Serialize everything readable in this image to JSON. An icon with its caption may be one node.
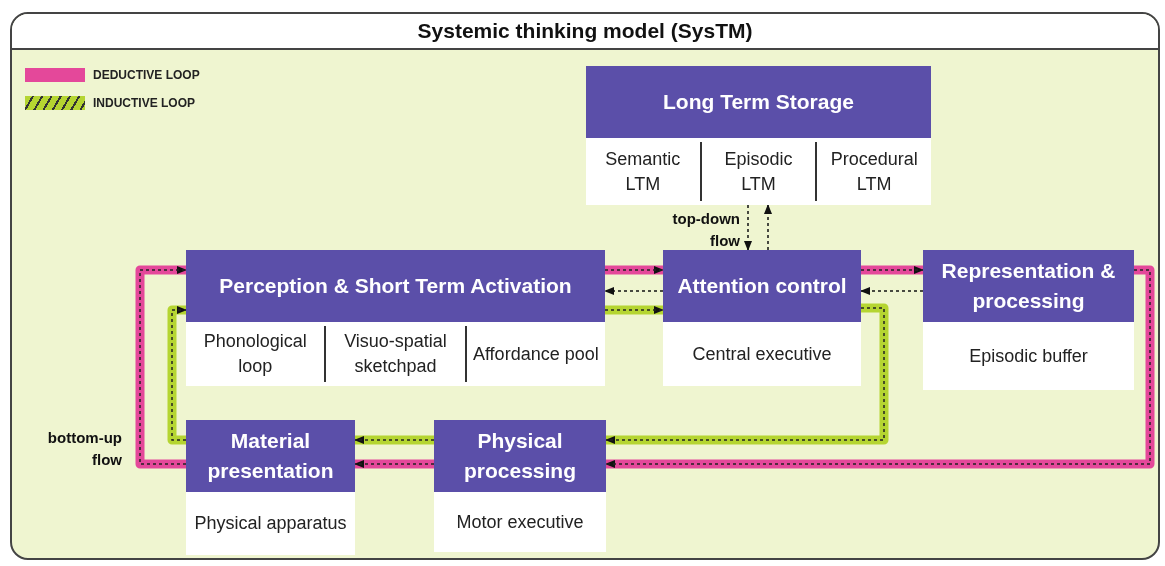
{
  "diagram": {
    "title": "Systemic thinking model (SysTM)",
    "nodes": [
      {
        "text": [
          "Long Term Storage",
          "Semantic LTM",
          "Episodic LTM",
          "Procedural LTM"
        ]
      },
      {
        "text": [
          "Perception & Short Term Activation",
          "Phonological loop",
          "Visuo-spatial sketchpad",
          "Affordance pool"
        ]
      },
      {
        "text": [
          "Attention control",
          "Central executive"
        ]
      },
      {
        "text": [
          "Representation & processing",
          "Episodic buffer"
        ]
      },
      {
        "text": [
          "Material presentation",
          "Physical apparatus"
        ]
      },
      {
        "text": [
          "Physical processing",
          "Motor executive"
        ]
      }
    ],
    "edges": [
      {
        "from": 0,
        "to": 2,
        "arrow": "to",
        "label": "top-down flow",
        "style": "dashed",
        "color": "#111111"
      },
      {
        "from": 2,
        "to": 0,
        "arrow": "to",
        "style": "dashed",
        "color": "#111111"
      },
      {
        "from": 4,
        "to": 1,
        "arrow": "to",
        "color": "#e4489a"
      },
      {
        "from": 1,
        "to": 2,
        "arrow": "to",
        "color": "#e4489a"
      },
      {
        "from": 2,
        "to": 3,
        "arrow": "to",
        "color": "#e4489a"
      },
      {
        "from": 3,
        "to": 5,
        "arrow": "to",
        "color": "#e4489a"
      },
      {
        "from": 5,
        "to": 4,
        "arrow": "to",
        "color": "#e4489a"
      },
      {
        "from": 3,
        "to": 2,
        "arrow": "to",
        "style": "dashed",
        "color": "#111111"
      },
      {
        "from": 2,
        "to": 1,
        "arrow": "to",
        "style": "dashed",
        "color": "#111111"
      },
      {
        "from": 2,
        "to": 5,
        "arrow": "to",
        "color": "#b5d531"
      },
      {
        "from": 5,
        "to": 4,
        "arrow": "to",
        "color": "#b5d531"
      },
      {
        "from": 4,
        "to": 1,
        "arrow": "to",
        "color": "#b5d531"
      },
      {
        "from": 1,
        "to": 2,
        "arrow": "to",
        "color": "#b5d531"
      }
    ],
    "labels": [
      "bottom-up flow"
    ],
    "legend": [
      {
        "text": "DEDUCTIVE LOOP",
        "color": "#e4489a"
      },
      {
        "text": "INDUCTIVE LOOP"
      }
    ]
  }
}
